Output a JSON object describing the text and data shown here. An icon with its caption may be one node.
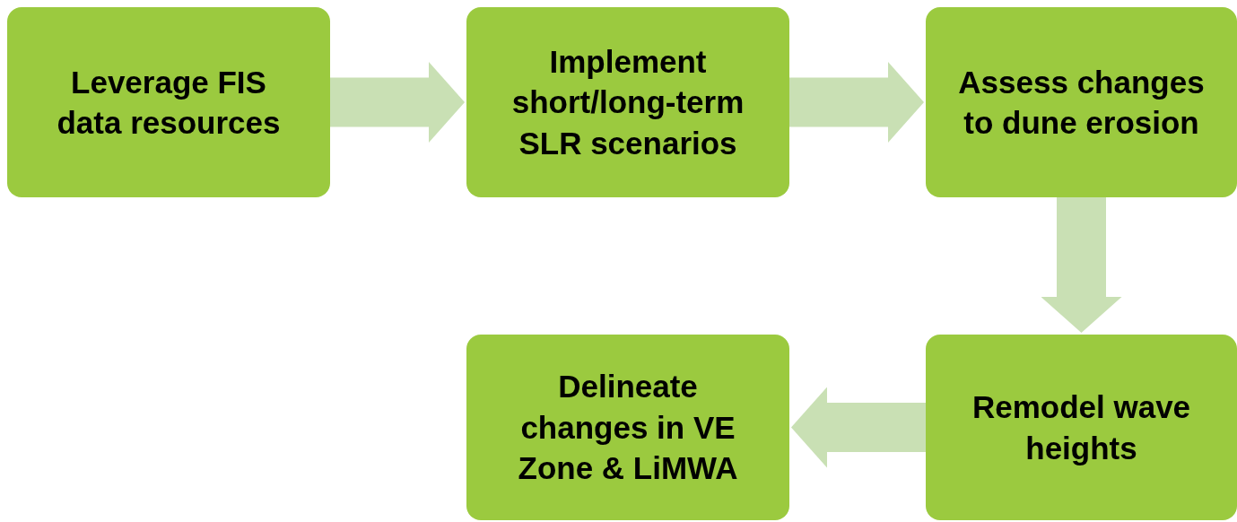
{
  "diagram": {
    "nodes": [
      {
        "text": [
          "Leverage FIS data resources"
        ]
      },
      {
        "text": [
          "Implement short/long-term SLR scenarios"
        ]
      },
      {
        "text": [
          "Assess changes to dune erosion"
        ]
      },
      {
        "text": [
          "Remodel wave heights"
        ]
      },
      {
        "text": [
          "Delineate changes in VE Zone & LiMWA"
        ]
      }
    ],
    "edges": [
      {
        "from": 0,
        "to": 1,
        "arrow": "to"
      },
      {
        "from": 1,
        "to": 2,
        "arrow": "to"
      },
      {
        "from": 2,
        "to": 3,
        "arrow": "to"
      },
      {
        "from": 3,
        "to": 4,
        "arrow": "to"
      }
    ]
  }
}
